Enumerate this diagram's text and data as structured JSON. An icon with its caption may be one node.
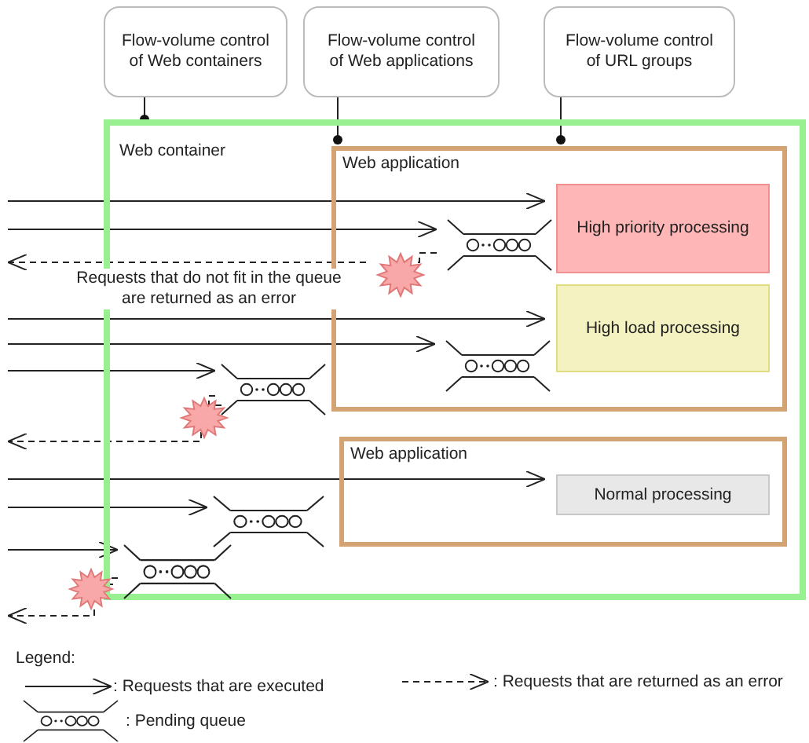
{
  "diagram": {
    "nodes": [
      {
        "text": [
          "Flow-volume control of Web containers"
        ]
      },
      {
        "text": [
          "Flow-volume control of Web applications"
        ]
      },
      {
        "text": [
          "Flow-volume control of URL groups"
        ]
      },
      {
        "text": [
          "Web container"
        ]
      },
      {
        "text": [
          "Web application"
        ],
        "in": 3
      },
      {
        "text": [
          "High priority processing"
        ],
        "in": 4
      },
      {
        "text": [
          "High load processing"
        ],
        "in": 4
      },
      {
        "text": [
          "Web application"
        ],
        "in": 3
      },
      {
        "text": [
          "Normal processing"
        ],
        "in": 7
      },
      {
        "text": [],
        "shape": "queue",
        "in": 4
      },
      {
        "text": [],
        "shape": "queue",
        "in": 4
      },
      {
        "text": [],
        "shape": "queue",
        "in": 3
      },
      {
        "text": [],
        "shape": "queue",
        "in": 3
      },
      {
        "text": [],
        "shape": "queue",
        "in": 3
      },
      {
        "text": [],
        "shape": "star",
        "in": 4
      },
      {
        "text": [],
        "shape": "star",
        "in": 3
      },
      {
        "text": [],
        "shape": "star"
      }
    ],
    "edges": [
      {
        "from": 0,
        "to": 3,
        "arrow": "other"
      },
      {
        "from": 1,
        "to": 4,
        "arrow": "other"
      },
      {
        "from": 2,
        "to": 4,
        "arrow": "other"
      },
      {
        "from": null,
        "to": 5,
        "arrow": "to"
      },
      {
        "from": null,
        "to": 9,
        "arrow": "to"
      },
      {
        "from": 9,
        "to": 14,
        "arrow": "none",
        "style": "dashed"
      },
      {
        "from": 14,
        "to": null,
        "arrow": "to",
        "style": "dashed"
      },
      {
        "from": null,
        "to": 6,
        "arrow": "to"
      },
      {
        "from": null,
        "to": 10,
        "arrow": "to"
      },
      {
        "from": null,
        "to": 11,
        "arrow": "to"
      },
      {
        "from": 11,
        "to": 15,
        "arrow": "none",
        "style": "dashed"
      },
      {
        "from": 15,
        "to": null,
        "arrow": "to",
        "style": "dashed"
      },
      {
        "from": null,
        "to": 8,
        "arrow": "to"
      },
      {
        "from": null,
        "to": 12,
        "arrow": "to"
      },
      {
        "from": null,
        "to": 13,
        "arrow": "to"
      },
      {
        "from": 13,
        "to": 16,
        "arrow": "none",
        "style": "dashed"
      },
      {
        "from": 16,
        "to": null,
        "arrow": "to",
        "style": "dashed"
      }
    ],
    "labels": [
      "Requests that do not fit in the queue are returned as an error",
      "Legend:"
    ],
    "legend": [
      {
        "text": ": Requests that are executed"
      },
      {
        "text": ": Requests that are returned as an error"
      },
      {
        "text": ": Pending queue"
      }
    ]
  }
}
